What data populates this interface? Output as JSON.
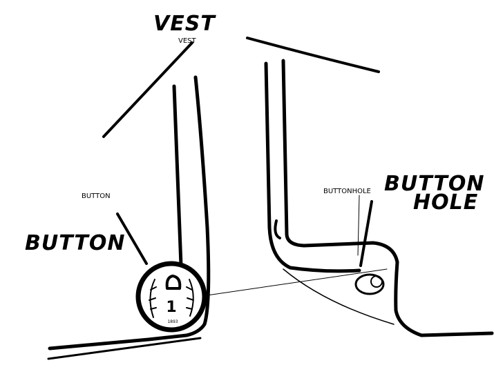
{
  "title": "VEST",
  "labels": {
    "vest_small": "VEST",
    "button_small": "BUTTON",
    "button_big": "BUTTON",
    "buttonhole_small": "BUTTONHOLE",
    "buttonhole_big_line1": "BUTTON",
    "buttonhole_big_line2": "HOLE"
  },
  "coin": {
    "value": "1",
    "year": "1893"
  }
}
